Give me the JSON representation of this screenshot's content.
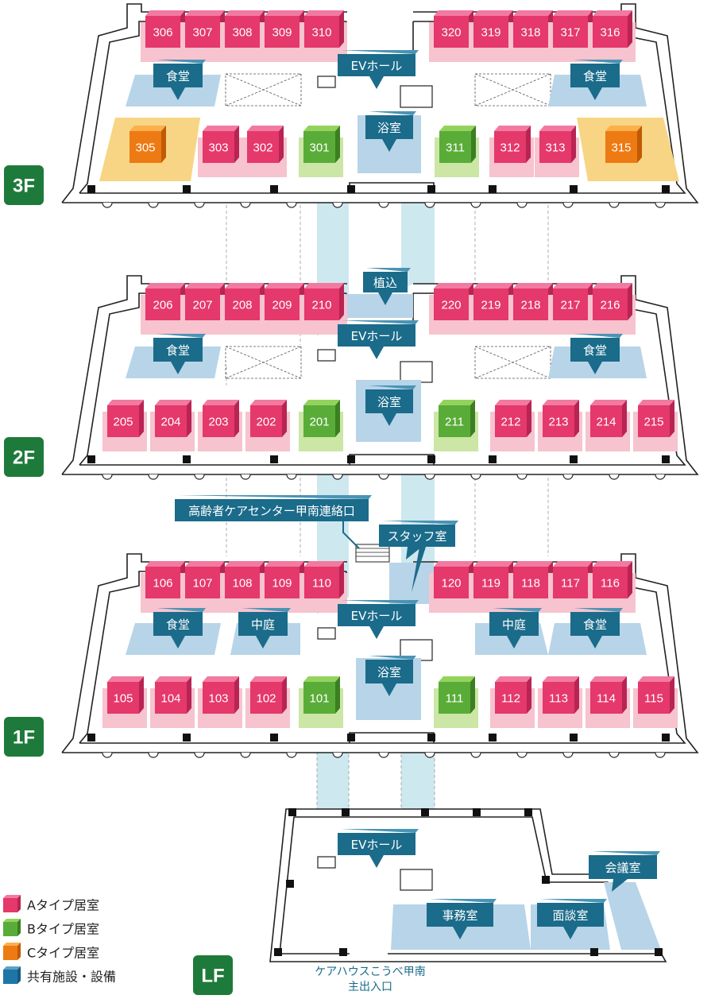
{
  "floors": [
    {
      "id": "3F",
      "label": "3F",
      "top_rooms": [
        {
          "n": "306",
          "t": "A"
        },
        {
          "n": "307",
          "t": "A"
        },
        {
          "n": "308",
          "t": "A"
        },
        {
          "n": "309",
          "t": "A"
        },
        {
          "n": "310",
          "t": "A"
        },
        {
          "n": "320",
          "t": "A"
        },
        {
          "n": "319",
          "t": "A"
        },
        {
          "n": "318",
          "t": "A"
        },
        {
          "n": "317",
          "t": "A"
        },
        {
          "n": "316",
          "t": "A"
        }
      ],
      "bottom_rooms": [
        {
          "n": "305",
          "t": "C"
        },
        {
          "n": "303",
          "t": "A"
        },
        {
          "n": "302",
          "t": "A"
        },
        {
          "n": "301",
          "t": "B"
        },
        {
          "n": "311",
          "t": "B"
        },
        {
          "n": "312",
          "t": "A"
        },
        {
          "n": "313",
          "t": "A"
        },
        {
          "n": "315",
          "t": "C"
        }
      ],
      "facilities": [
        "食堂",
        "食堂",
        "EVホール",
        "浴室"
      ]
    },
    {
      "id": "2F",
      "label": "2F",
      "top_rooms": [
        {
          "n": "206",
          "t": "A"
        },
        {
          "n": "207",
          "t": "A"
        },
        {
          "n": "208",
          "t": "A"
        },
        {
          "n": "209",
          "t": "A"
        },
        {
          "n": "210",
          "t": "A"
        },
        {
          "n": "220",
          "t": "A"
        },
        {
          "n": "219",
          "t": "A"
        },
        {
          "n": "218",
          "t": "A"
        },
        {
          "n": "217",
          "t": "A"
        },
        {
          "n": "216",
          "t": "A"
        }
      ],
      "bottom_rooms": [
        {
          "n": "205",
          "t": "A"
        },
        {
          "n": "204",
          "t": "A"
        },
        {
          "n": "203",
          "t": "A"
        },
        {
          "n": "202",
          "t": "A"
        },
        {
          "n": "201",
          "t": "B"
        },
        {
          "n": "211",
          "t": "B"
        },
        {
          "n": "212",
          "t": "A"
        },
        {
          "n": "213",
          "t": "A"
        },
        {
          "n": "214",
          "t": "A"
        },
        {
          "n": "215",
          "t": "A"
        }
      ],
      "facilities": [
        "植込",
        "EVホール",
        "食堂",
        "食堂",
        "浴室"
      ]
    },
    {
      "id": "1F",
      "label": "1F",
      "top_rooms": [
        {
          "n": "106",
          "t": "A"
        },
        {
          "n": "107",
          "t": "A"
        },
        {
          "n": "108",
          "t": "A"
        },
        {
          "n": "109",
          "t": "A"
        },
        {
          "n": "110",
          "t": "A"
        },
        {
          "n": "120",
          "t": "A"
        },
        {
          "n": "119",
          "t": "A"
        },
        {
          "n": "118",
          "t": "A"
        },
        {
          "n": "117",
          "t": "A"
        },
        {
          "n": "116",
          "t": "A"
        }
      ],
      "bottom_rooms": [
        {
          "n": "105",
          "t": "A"
        },
        {
          "n": "104",
          "t": "A"
        },
        {
          "n": "103",
          "t": "A"
        },
        {
          "n": "102",
          "t": "A"
        },
        {
          "n": "101",
          "t": "B"
        },
        {
          "n": "111",
          "t": "B"
        },
        {
          "n": "112",
          "t": "A"
        },
        {
          "n": "113",
          "t": "A"
        },
        {
          "n": "114",
          "t": "A"
        },
        {
          "n": "115",
          "t": "A"
        }
      ],
      "facilities": [
        "高齢者ケアセンター甲南連絡口",
        "スタッフ室",
        "EVホール",
        "食堂",
        "中庭",
        "中庭",
        "食堂",
        "浴室"
      ]
    },
    {
      "id": "LF",
      "label": "LF",
      "facilities": [
        "EVホール",
        "会議室",
        "事務室",
        "面談室"
      ],
      "entrance": [
        "ケアハウスこうべ甲南",
        "主出入口"
      ]
    }
  ],
  "legend": [
    {
      "label": "Aタイプ居室",
      "color": "#e5386b"
    },
    {
      "label": "Bタイプ居室",
      "color": "#5aac38"
    },
    {
      "label": "Cタイプ居室",
      "color": "#ee7a13"
    },
    {
      "label": "共有施設・設備",
      "color": "#1e76a6"
    }
  ],
  "colors": {
    "A": "#e5386b",
    "B": "#5aac38",
    "C": "#ee7a13",
    "facility": "#1b6b8a",
    "floor_badge": "#1e7a3a"
  }
}
